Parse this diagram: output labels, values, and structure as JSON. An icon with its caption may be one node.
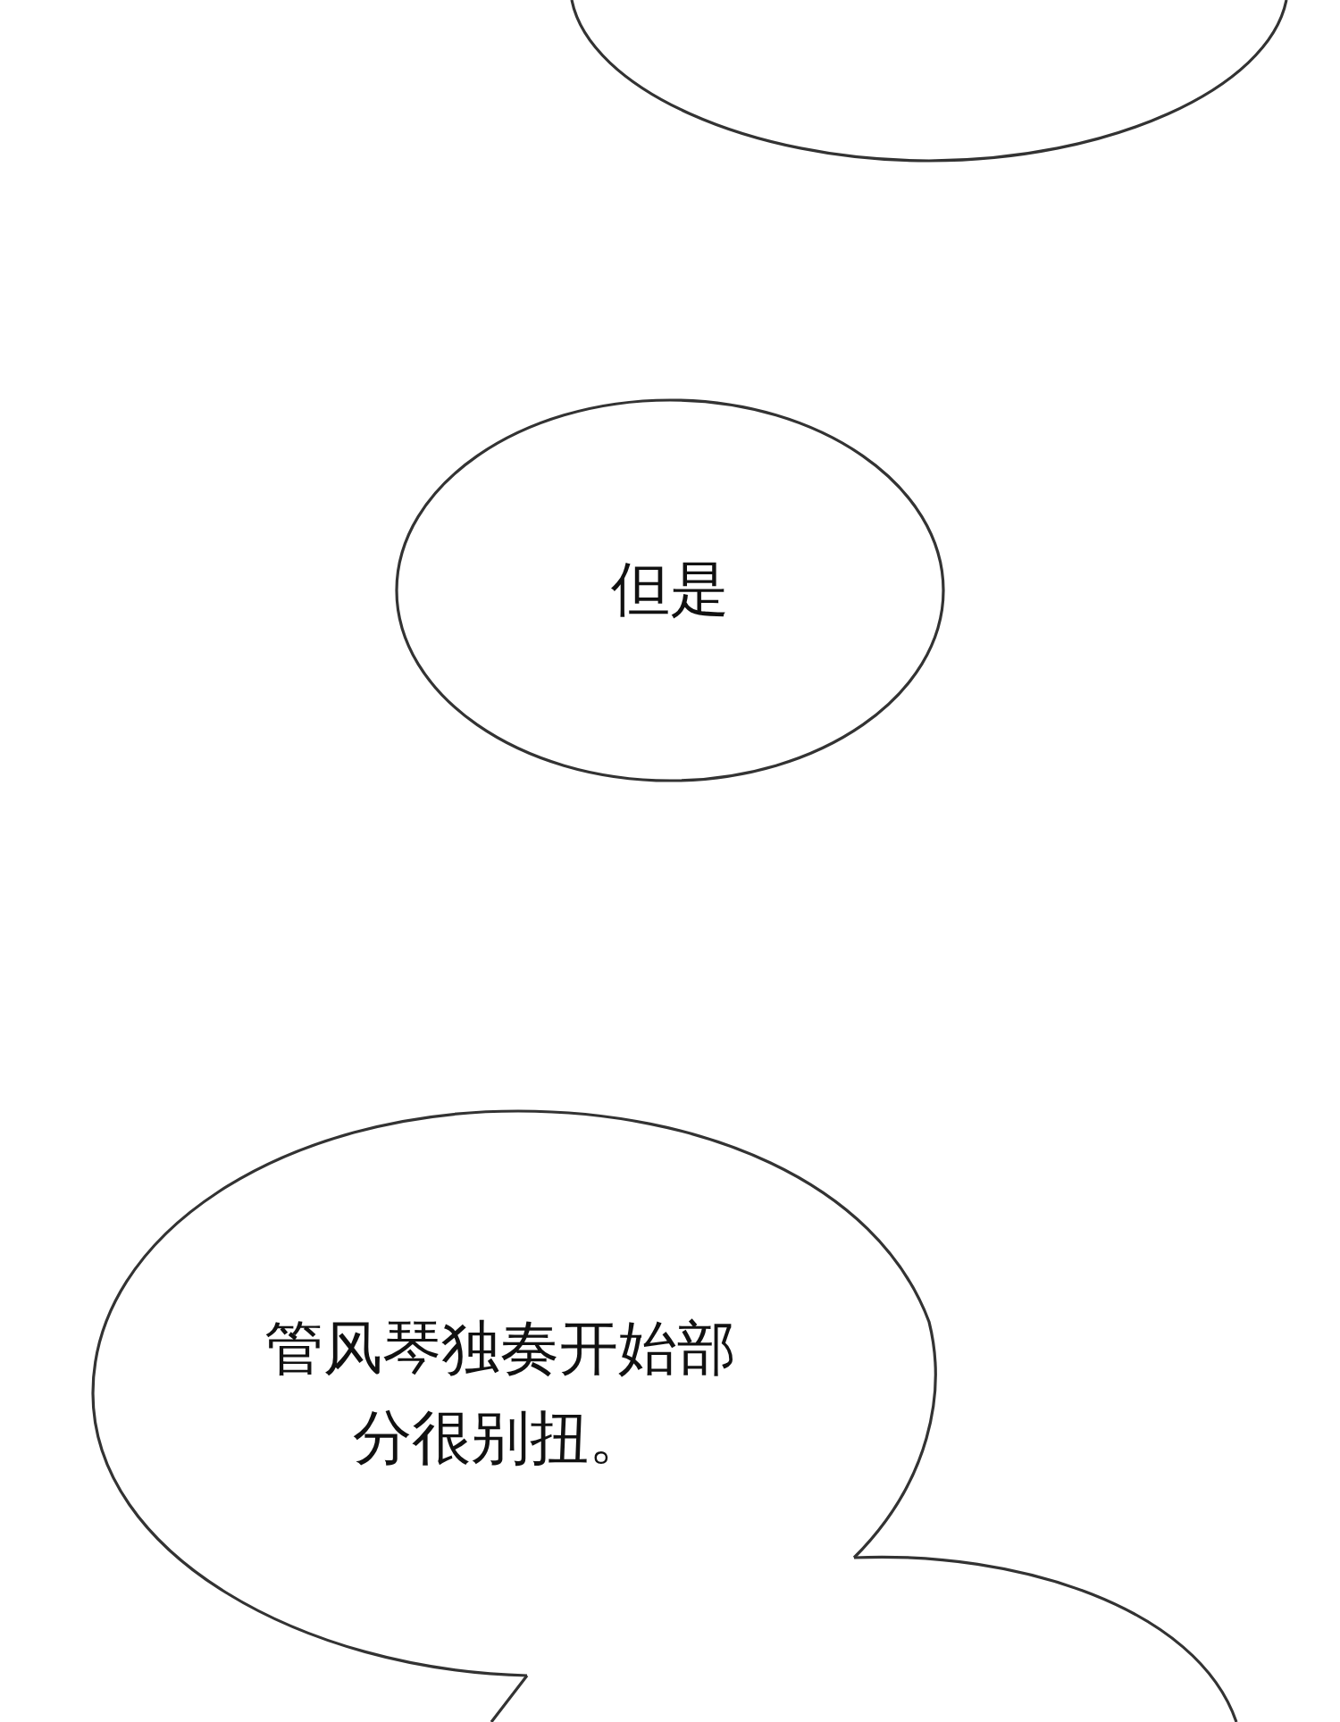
{
  "diagram": {
    "nodes": [
      {
        "text": [],
        "shape": "ellipse"
      },
      {
        "text": [
          "但是"
        ]
      },
      {
        "text": [
          "管风琴独奏开始部分很别扭。"
        ]
      },
      {
        "text": [],
        "shape": "ellipse"
      }
    ]
  }
}
